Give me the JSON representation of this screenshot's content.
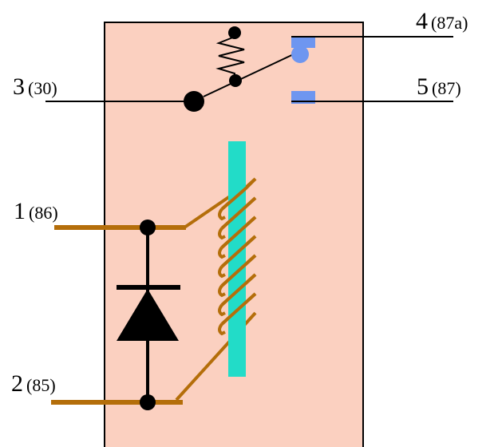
{
  "pins": {
    "pin3": {
      "number": "3",
      "alt": "(30)"
    },
    "pin4": {
      "number": "4",
      "alt": "(87a)"
    },
    "pin5": {
      "number": "5",
      "alt": "(87)"
    },
    "pin1": {
      "number": "1",
      "alt": "(86)"
    },
    "pin2": {
      "number": "2",
      "alt": "(85)"
    }
  },
  "colors": {
    "body": "#fbd0c0",
    "outline": "#000000",
    "coil_wire": "#b46e0a",
    "core": "#22dcc8",
    "contact": "#6e96f0",
    "diode": "#000000"
  }
}
